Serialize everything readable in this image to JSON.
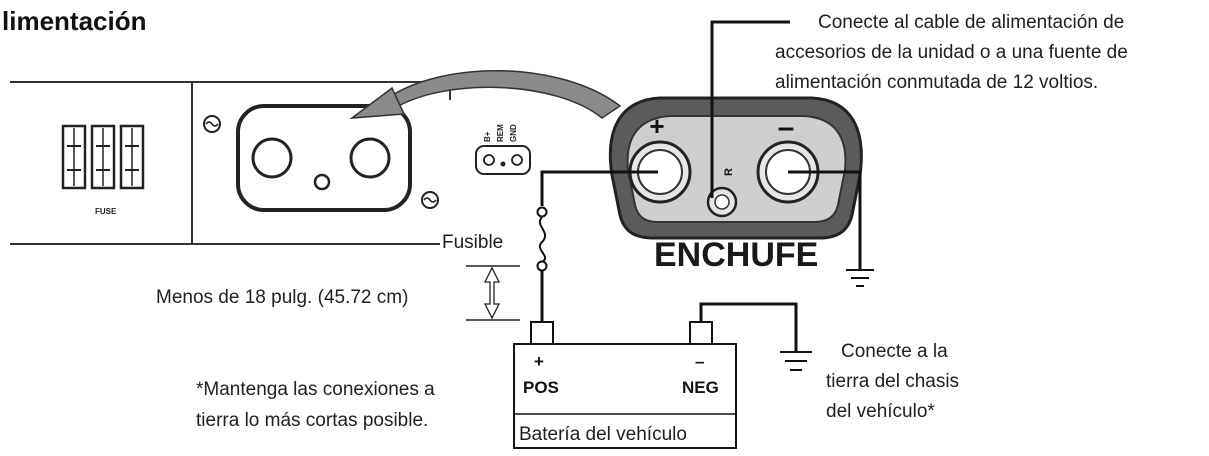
{
  "heading": "limentación",
  "annotations": {
    "remote_line1": "Conecte al cable de alimentación de",
    "remote_line2": "accesorios de la unidad o a una fuente de",
    "remote_line3": "alimentación conmutada de 12 voltios.",
    "fuse": "Fusible",
    "distance": "Menos de 18 pulg. (45.72 cm)",
    "chassis_line1": "Conecte a la",
    "chassis_line2": "tierra del chasis",
    "chassis_line3": "del vehículo*",
    "note_line1": "*Mantenga las conexiones a",
    "note_line2": "tierra lo más cortas posible."
  },
  "amplifier": {
    "fuse_label": "FUSE",
    "terminal_labels": [
      "B+",
      "REM",
      "GND"
    ]
  },
  "plug": {
    "name": "ENCHUFE",
    "plus": "+",
    "minus": "–",
    "remote_mark": "R"
  },
  "battery": {
    "plus": "+",
    "minus": "–",
    "pos": "POS",
    "neg": "NEG",
    "name": "Batería del vehículo"
  },
  "colors": {
    "line": "#111111",
    "panel": "#3a3a3a",
    "plug_dark": "#5b5b5b",
    "plug_light": "#cfcfcf",
    "arrow": "#8a8a8a"
  }
}
